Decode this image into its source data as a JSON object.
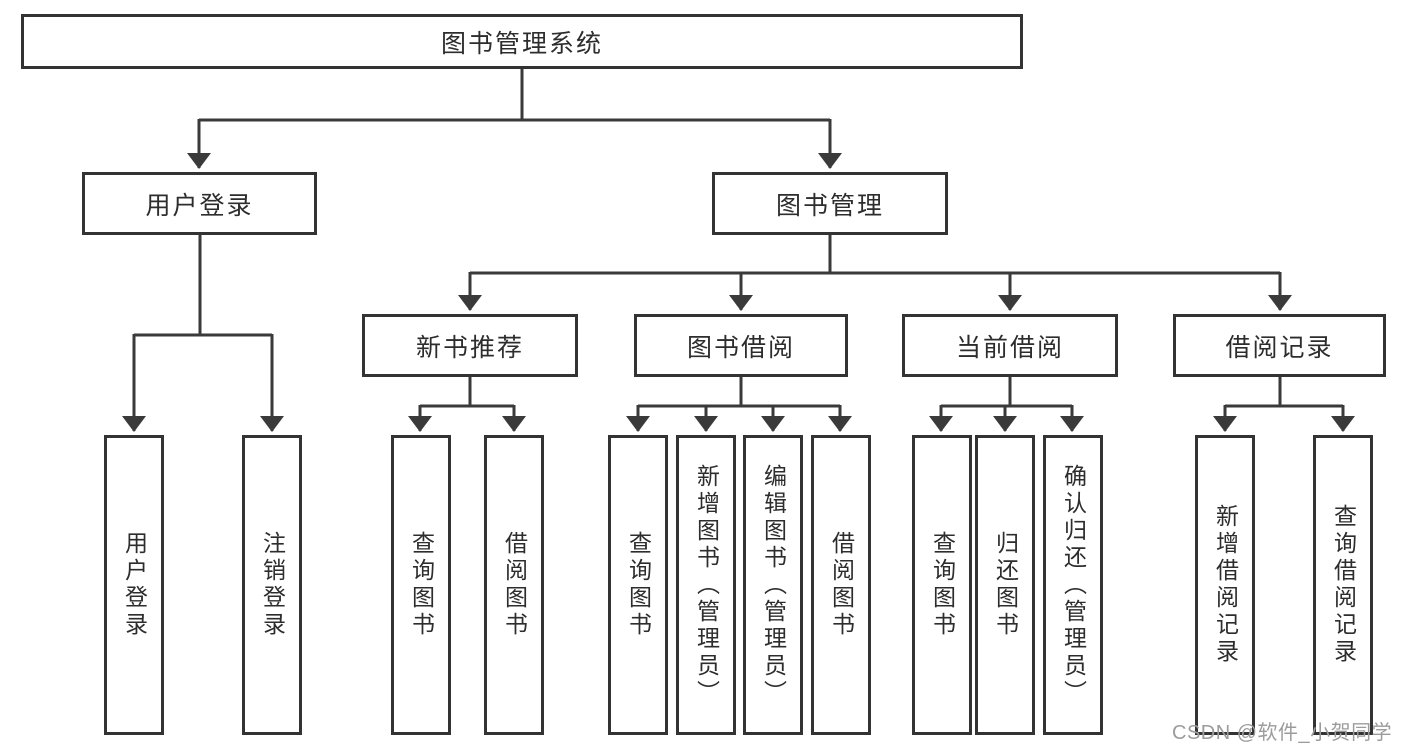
{
  "diagram": {
    "root": {
      "label": "图书管理系统"
    },
    "level2": [
      {
        "label": "用户登录"
      },
      {
        "label": "图书管理"
      }
    ],
    "level3": [
      {
        "label": "新书推荐"
      },
      {
        "label": "图书借阅"
      },
      {
        "label": "当前借阅"
      },
      {
        "label": "借阅记录"
      }
    ],
    "leaves": [
      {
        "label": "用户登录"
      },
      {
        "label": "注销登录"
      },
      {
        "label": "查询图书"
      },
      {
        "label": "借阅图书"
      },
      {
        "label": "查询图书"
      },
      {
        "label": "新增图书（管理员）"
      },
      {
        "label": "编辑图书（管理员）"
      },
      {
        "label": "借阅图书"
      },
      {
        "label": "查询图书"
      },
      {
        "label": "归还图书"
      },
      {
        "label": "确认归还（管理员）"
      },
      {
        "label": "新增借阅记录"
      },
      {
        "label": "查询借阅记录"
      }
    ],
    "watermark": "CSDN @软件_小贺同学",
    "colors": {
      "line": "#3a3a3a",
      "border": "#333333",
      "text": "#2d2d2d",
      "watermark": "#9c9c9c",
      "background": "#ffffff"
    }
  }
}
